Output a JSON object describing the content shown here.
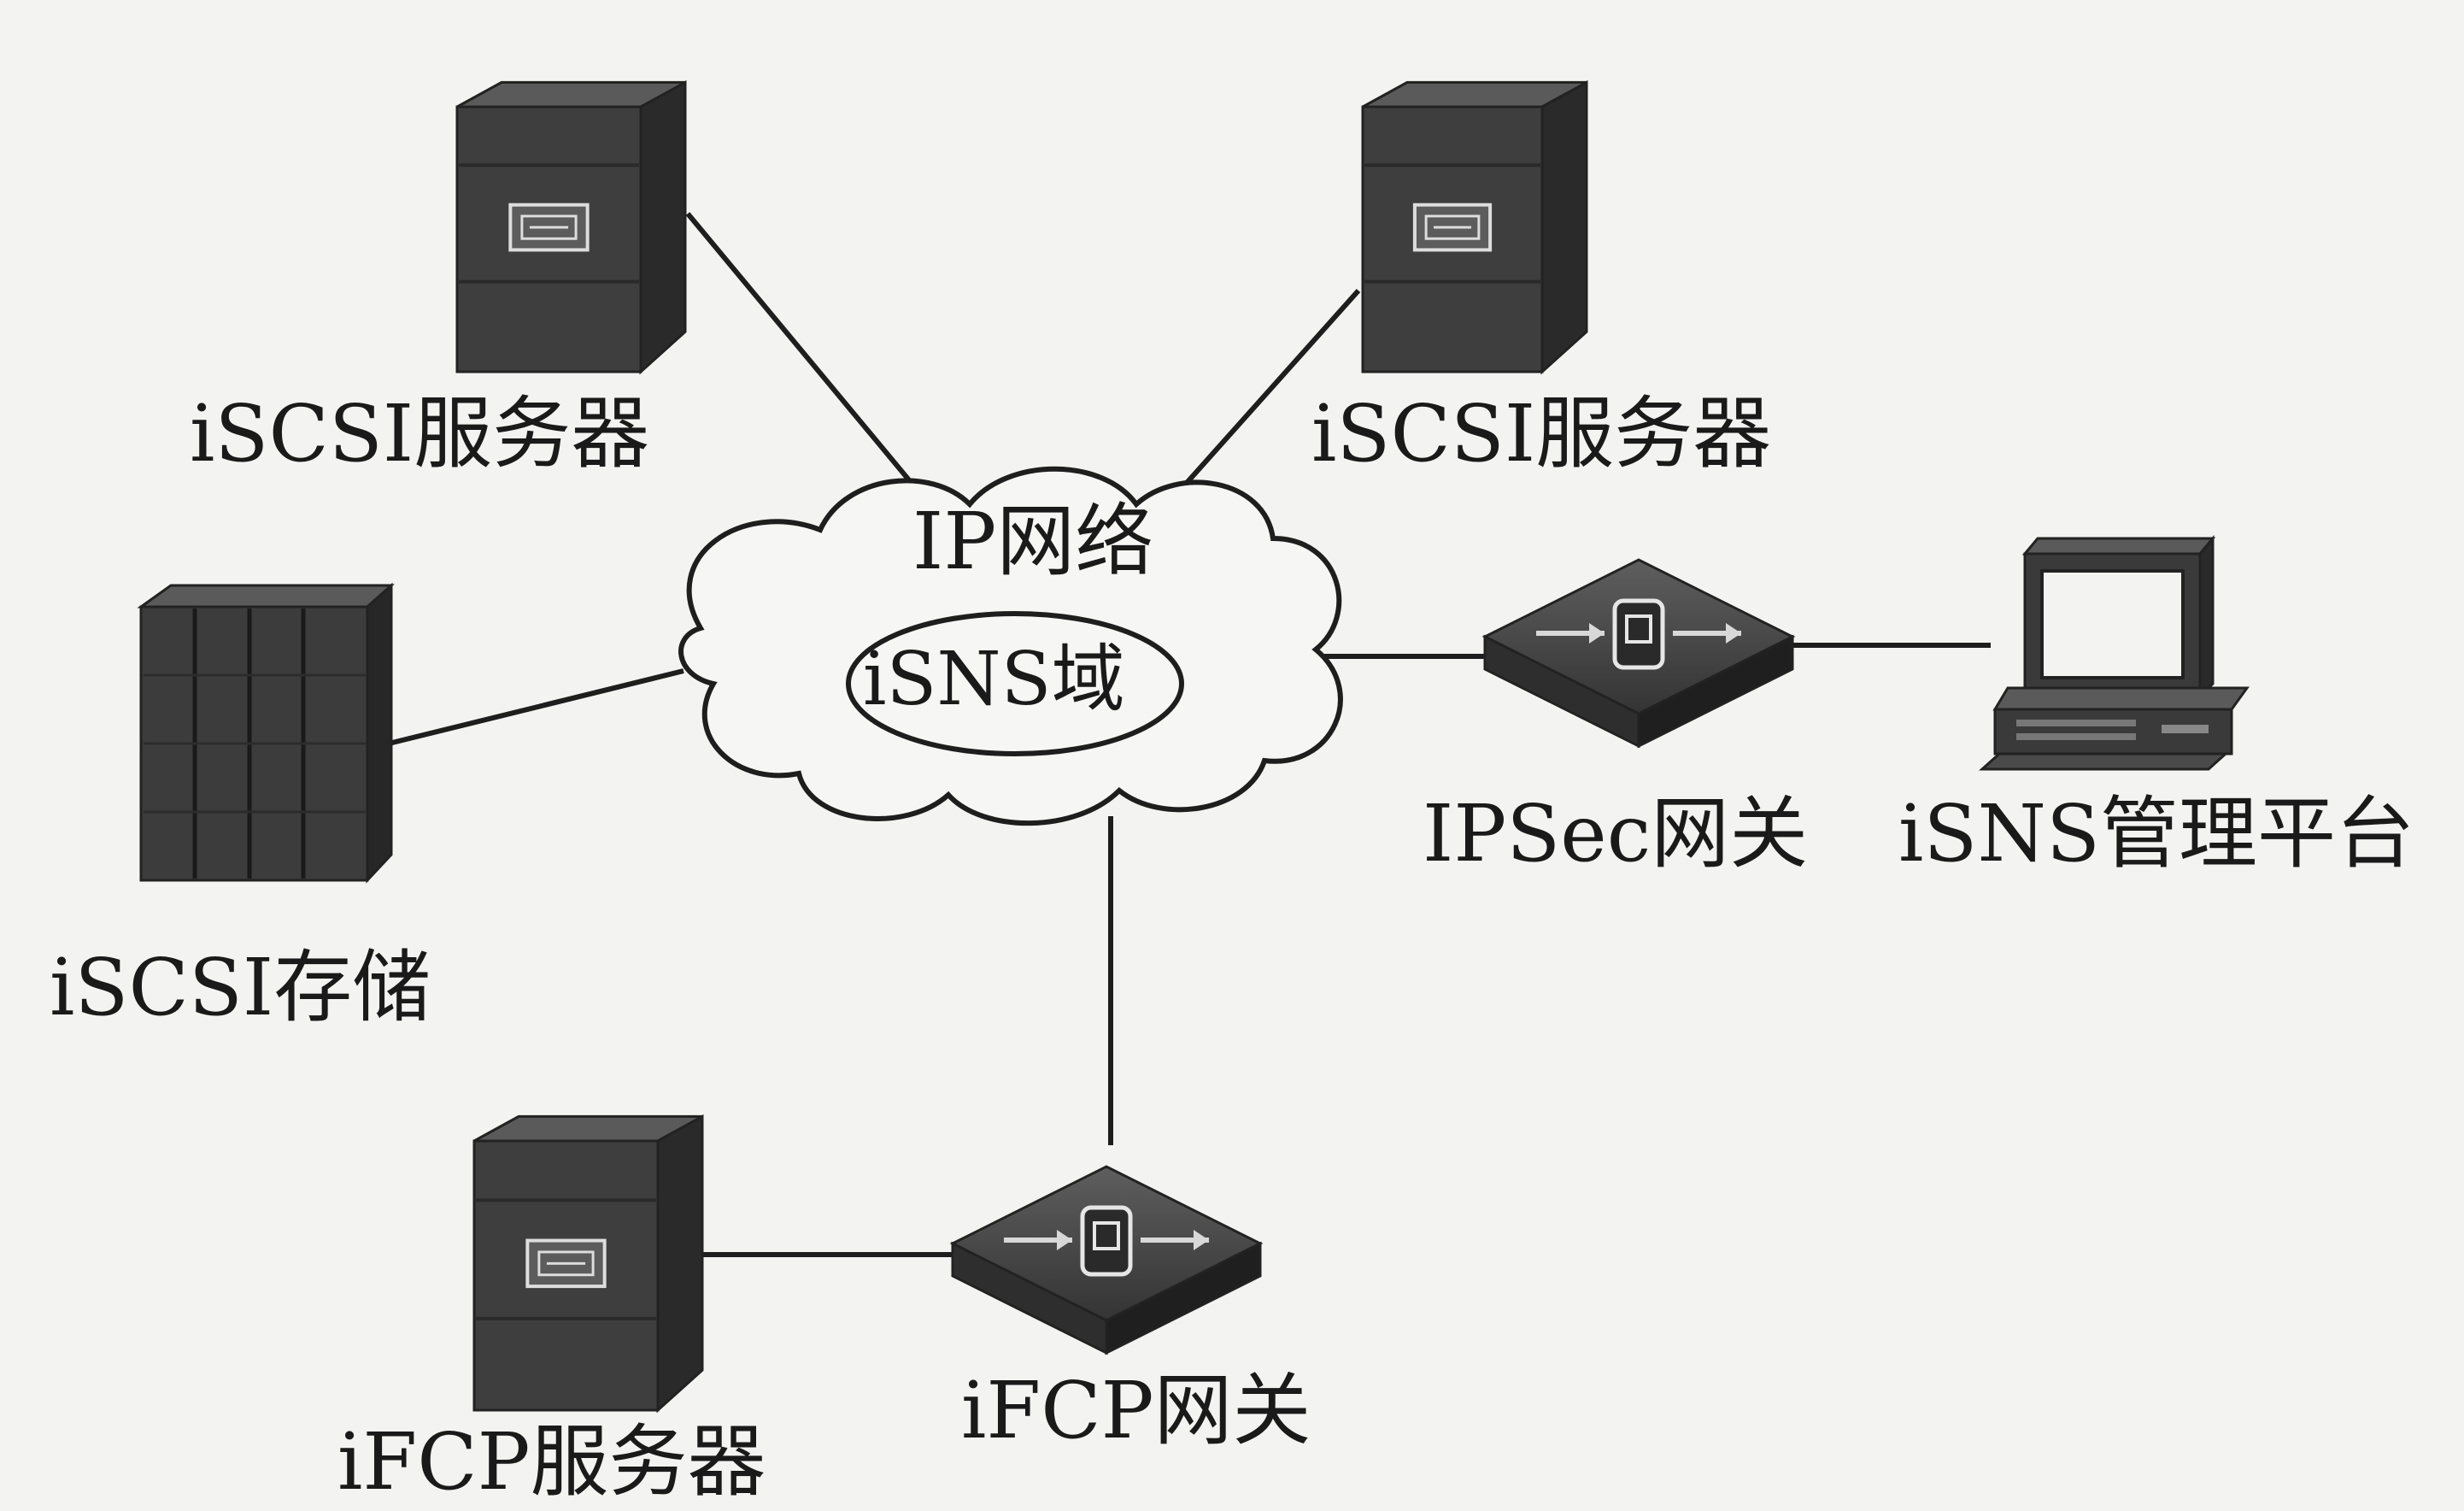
{
  "network": {
    "cloud_label": "IP网络",
    "domain_label": "iSNS域"
  },
  "nodes": {
    "iscsi_server_left": "iSCSI服务器",
    "iscsi_server_right": "iSCSI服务器",
    "iscsi_storage": "iSCSI存储",
    "ipsec_gateway": "IPSec网关",
    "isns_platform": "iSNS管理平台",
    "ifcp_gateway": "iFCP网关",
    "ifcp_server": "iFCP服务器"
  },
  "icons": {
    "server": "server-tower-icon",
    "storage": "storage-array-icon",
    "gateway": "gateway-router-icon",
    "computer": "computer-icon",
    "network": "cloud-icon"
  },
  "colors": {
    "background": "#f3f3f1",
    "device_front": "#3e3e3e",
    "device_side": "#2a2a2a",
    "device_top": "#5a5a5a",
    "line": "#1e1e1e"
  }
}
